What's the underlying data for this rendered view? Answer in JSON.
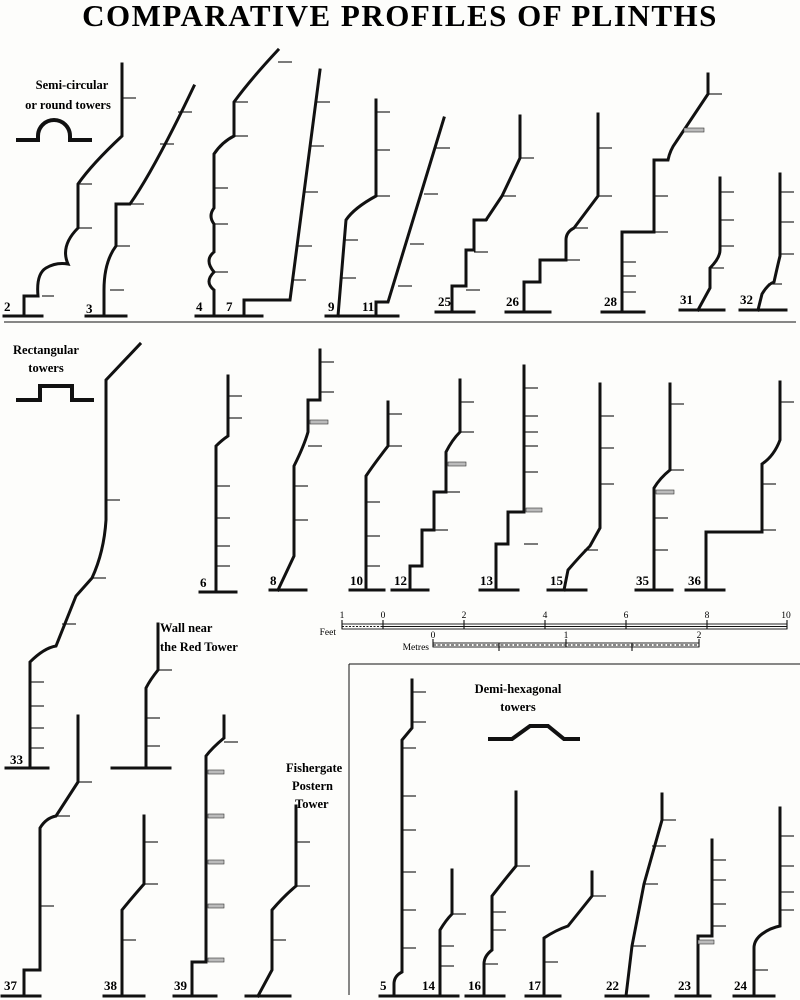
{
  "title": "COMPARATIVE PROFILES OF PLINTHS",
  "sections": {
    "semicircular": {
      "label_line1": "Semi-circular",
      "label_line2": "or round towers",
      "icon": "semicircle-plan-icon"
    },
    "rectangular": {
      "label_line1": "Rectangular",
      "label_line2": "towers",
      "icon": "rectangle-plan-icon"
    },
    "demihexagonal": {
      "label_line1": "Demi-hexagonal",
      "label_line2": "towers",
      "icon": "hexagon-plan-icon"
    }
  },
  "captions": {
    "wall_red_tower": [
      "Wall near",
      "the Red Tower"
    ],
    "fishergate": [
      "Fishergate",
      "Postern",
      "Tower"
    ]
  },
  "profile_numbers": {
    "p2": "2",
    "p3": "3",
    "p4": "4",
    "p7": "7",
    "p9": "9",
    "p11": "11",
    "p25": "25",
    "p26": "26",
    "p28": "28",
    "p31": "31",
    "p32": "32",
    "p6": "6",
    "p8": "8",
    "p10": "10",
    "p12": "12",
    "p13": "13",
    "p15": "15",
    "p35": "35",
    "p36": "36",
    "p33": "33",
    "p37": "37",
    "p38": "38",
    "p39": "39",
    "p5": "5",
    "p14": "14",
    "p16": "16",
    "p17": "17",
    "p22": "22",
    "p23": "23",
    "p24": "24"
  },
  "scale": {
    "feet_label": "Feet",
    "feet_ticks": [
      "1",
      "0",
      "2",
      "4",
      "6",
      "8",
      "10"
    ],
    "metres_label": "Metres",
    "metres_ticks": [
      "0",
      "1",
      "2"
    ]
  }
}
